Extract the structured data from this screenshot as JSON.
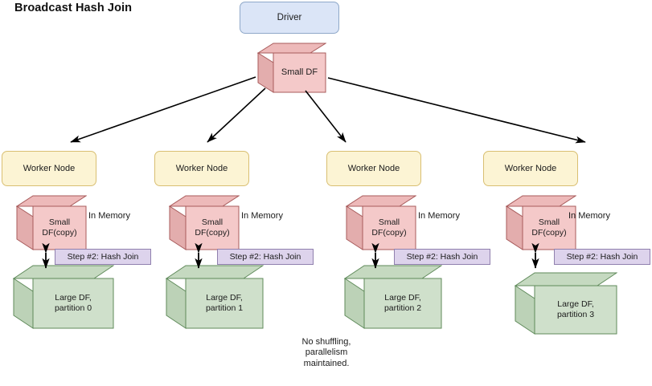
{
  "title": "Broadcast Hash Join",
  "driver": {
    "label": "Driver"
  },
  "broadcast_cube": {
    "label": "Small DF"
  },
  "footnote": "No shuffling, parallelism maintained.",
  "colors": {
    "driver_fill": "#dbe5f7",
    "driver_stroke": "#8fa8c9",
    "worker_fill": "#fcf4d4",
    "worker_stroke": "#d9bf72",
    "small_df_front": "#f4c9c9",
    "small_df_top": "#edb9b9",
    "small_df_side": "#e3adad",
    "small_df_stroke": "#a85b5b",
    "large_df_front": "#cfe0cb",
    "large_df_top": "#c5d9c0",
    "large_df_side": "#bcd2b7",
    "large_df_stroke": "#5f8a5a",
    "step_fill": "#ddd3ec",
    "step_stroke": "#9080ae",
    "arrow": "#000000"
  },
  "columns": [
    {
      "worker_label": "Worker Node",
      "small_df_label": "Small\nDF(copy)",
      "memory_label": "In Memory",
      "step_label": "Step #2: Hash Join",
      "large_df_label": "Large DF,\npartition 0"
    },
    {
      "worker_label": "Worker Node",
      "small_df_label": "Small\nDF(copy)",
      "memory_label": "In Memory",
      "step_label": "Step #2: Hash Join",
      "large_df_label": "Large DF,\npartition 1"
    },
    {
      "worker_label": "Worker Node",
      "small_df_label": "Small\nDF(copy)",
      "memory_label": "In Memory",
      "step_label": "Step #2: Hash Join",
      "large_df_label": "Large DF,\npartition 2"
    },
    {
      "worker_label": "Worker Node",
      "small_df_label": "Small\nDF(copy)",
      "memory_label": "In Memory",
      "step_label": "Step #2: Hash Join",
      "large_df_label": "Large DF,\npartition 3"
    }
  ]
}
